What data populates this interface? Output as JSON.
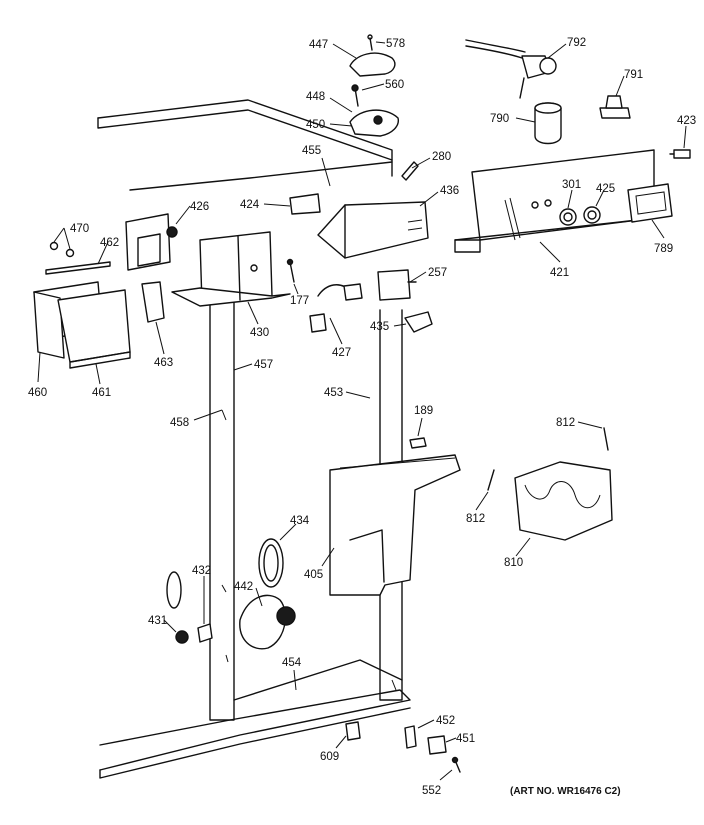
{
  "labels": [
    "447",
    "578",
    "560",
    "448",
    "450",
    "455",
    "280",
    "792",
    "791",
    "790",
    "423",
    "424",
    "426",
    "436",
    "470",
    "462",
    "301",
    "425",
    "789",
    "421",
    "177",
    "257",
    "430",
    "427",
    "435",
    "463",
    "460",
    "461",
    "457",
    "453",
    "189",
    "458",
    "812",
    "434",
    "405",
    "810",
    "432",
    "442",
    "431",
    "454",
    "452",
    "451",
    "609",
    "552"
  ],
  "art_number": "(ART NO. WR16476 C2)"
}
